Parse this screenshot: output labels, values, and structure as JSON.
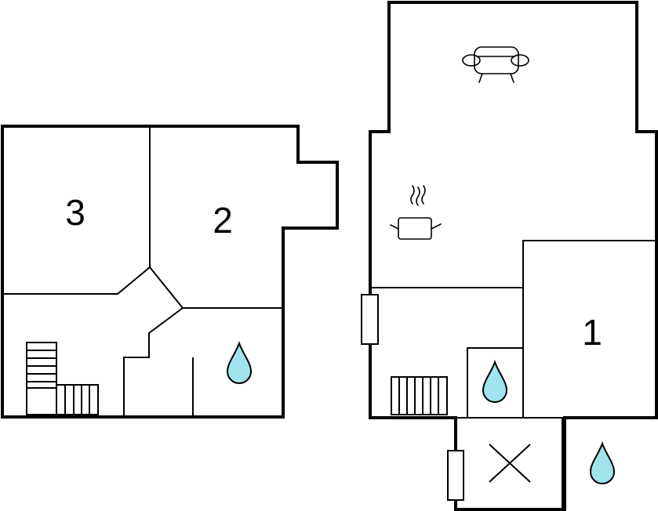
{
  "floor_plan": {
    "rooms": [
      {
        "id": "room-1",
        "label": "1"
      },
      {
        "id": "room-2",
        "label": "2"
      },
      {
        "id": "room-3",
        "label": "3"
      }
    ],
    "icons": [
      "sofa-icon",
      "cooking-pot-icon",
      "water-drop-icon",
      "stairs-icon",
      "cross-icon",
      "window-icon"
    ],
    "colors": {
      "water": "#9fe4ec",
      "wall": "#000000",
      "background": "#ffffff"
    }
  }
}
